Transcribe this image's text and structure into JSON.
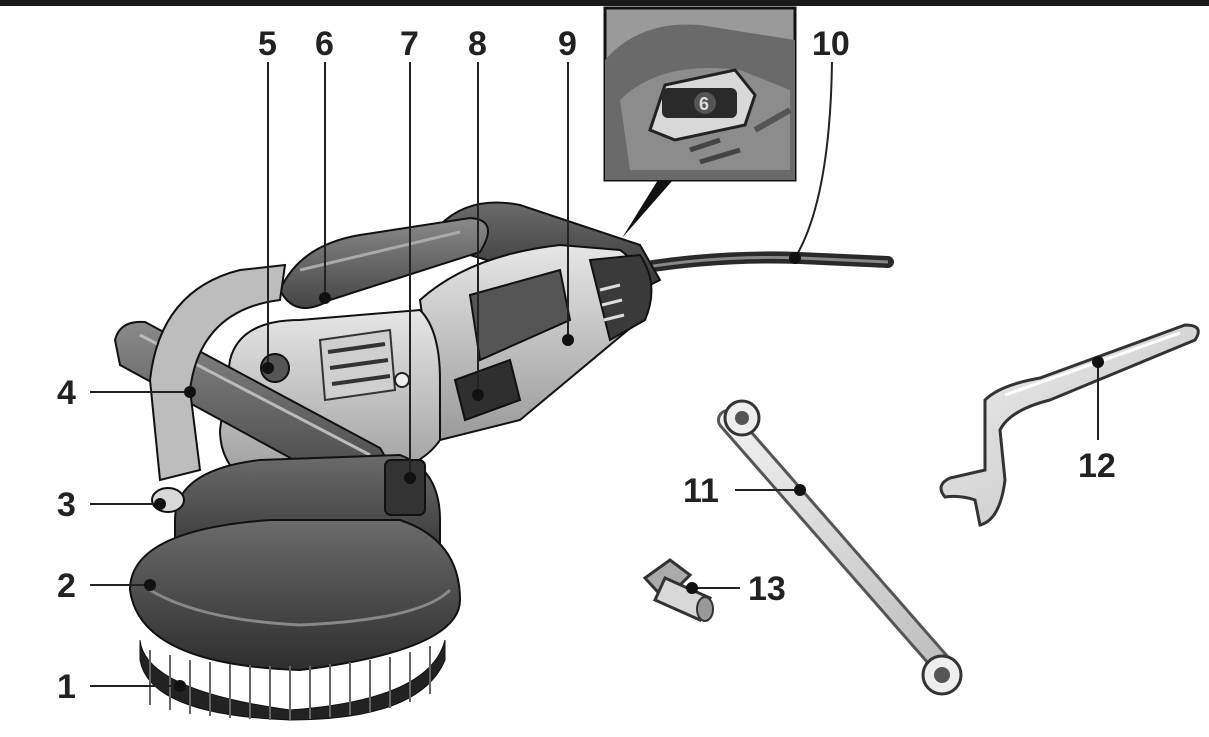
{
  "diagram": {
    "callouts": [
      {
        "id": "1",
        "label": "1"
      },
      {
        "id": "2",
        "label": "2"
      },
      {
        "id": "3",
        "label": "3"
      },
      {
        "id": "4",
        "label": "4"
      },
      {
        "id": "5",
        "label": "5"
      },
      {
        "id": "6",
        "label": "6"
      },
      {
        "id": "7",
        "label": "7"
      },
      {
        "id": "8",
        "label": "8"
      },
      {
        "id": "9",
        "label": "9"
      },
      {
        "id": "10",
        "label": "10"
      },
      {
        "id": "11",
        "label": "11"
      },
      {
        "id": "12",
        "label": "12"
      },
      {
        "id": "13",
        "label": "13"
      }
    ],
    "inset": {
      "dial_text": "6"
    }
  }
}
